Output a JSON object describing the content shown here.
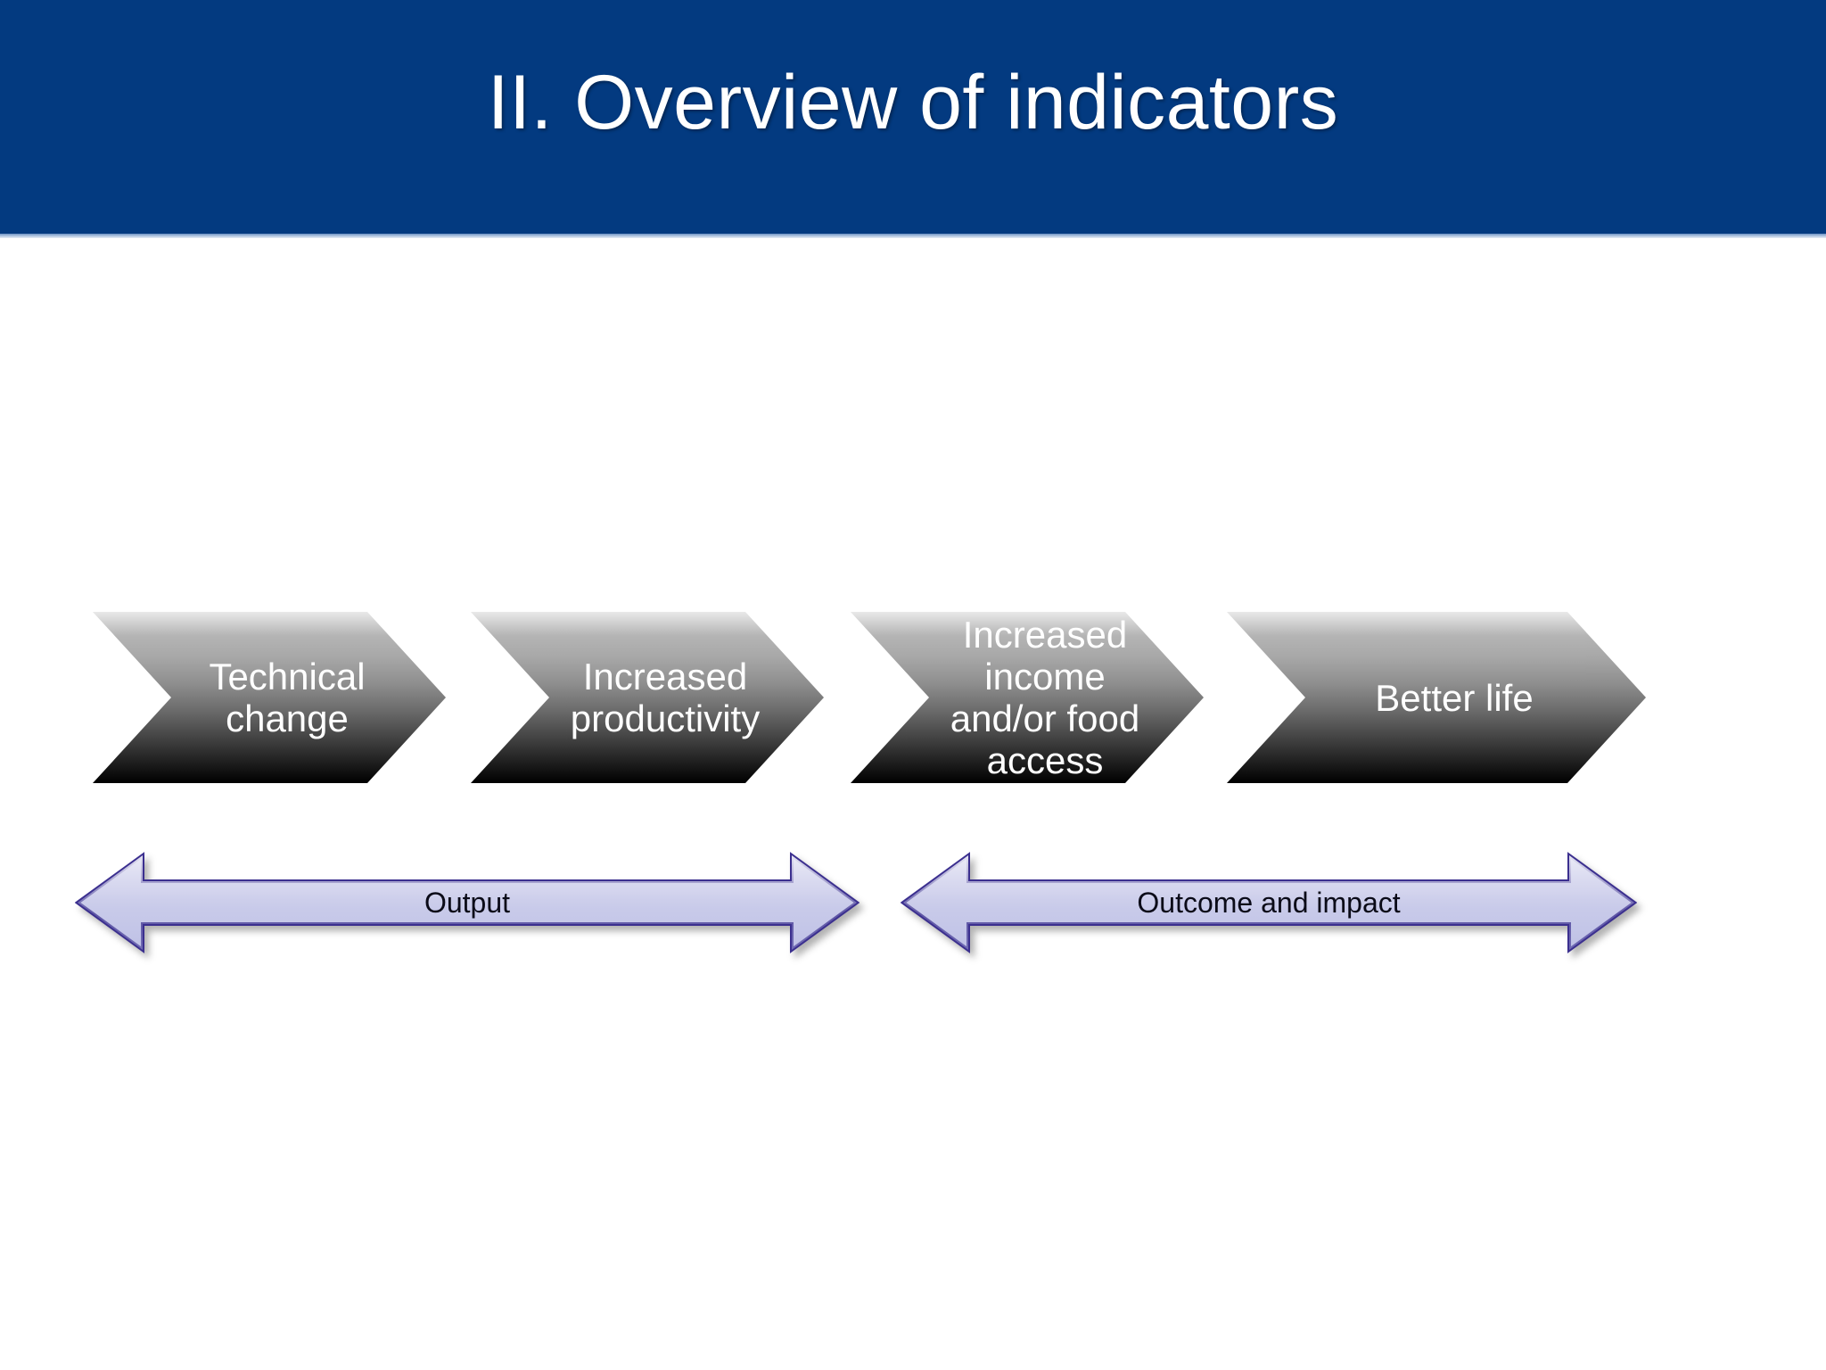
{
  "slide": {
    "title": "II. Overview of indicators",
    "header_color": "#033a80",
    "background_color": "#ffffff",
    "title_color": "#ffffff"
  },
  "chart_data": {
    "type": "diagram",
    "subtype": "results-chain-chevrons",
    "title": "II. Overview of indicators",
    "stages": [
      {
        "id": "technical-change",
        "label": "Technical\nchange"
      },
      {
        "id": "increased-productivity",
        "label": "Increased\nproductivity"
      },
      {
        "id": "increased-income-food-access",
        "label": "Increased\nincome\nand/or food\naccess"
      },
      {
        "id": "better-life",
        "label": "Better life"
      }
    ],
    "groupings": [
      {
        "id": "output",
        "label": "Output",
        "covers": [
          "technical-change",
          "increased-productivity"
        ]
      },
      {
        "id": "outcome-and-impact",
        "label": "Outcome and impact",
        "covers": [
          "increased-income-food-access",
          "better-life"
        ]
      }
    ],
    "chevron_fill": "gradient light-grey to black, top to bottom",
    "chevron_text_color": "#ffffff",
    "arrow_fill": "#c8caea",
    "arrow_border": "#3b2f8f",
    "arrow_text_color": "#0b0b18"
  },
  "watermark": {
    "text": ""
  }
}
